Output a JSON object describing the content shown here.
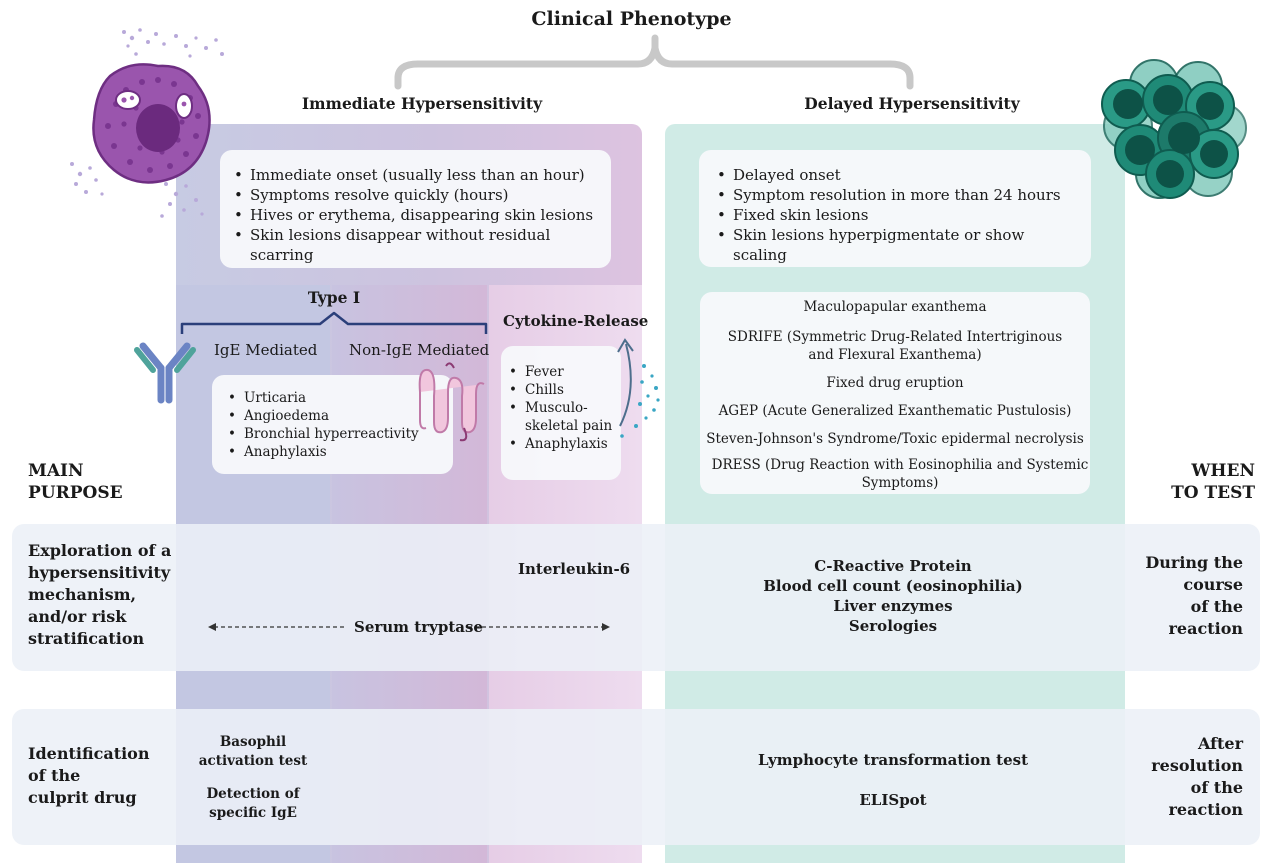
{
  "title": "Clinical Phenotype",
  "immediate": {
    "header": "Immediate Hypersensitivity",
    "features": [
      "Immediate onset (usually less than an hour)",
      "Symptoms resolve quickly (hours)",
      "Hives or erythema, disappearing skin lesions",
      "Skin lesions disappear without residual scarring"
    ],
    "type_label": "Type I",
    "ige_label": "IgE Mediated",
    "non_ige_label": "Non-IgE Mediated",
    "type1_symptoms": [
      "Urticaria",
      "Angioedema",
      "Bronchial hyperreactivity",
      "Anaphylaxis"
    ],
    "cytokine_label": "Cytokine-Release",
    "cytokine_symptoms": [
      "Fever",
      "Chills",
      "Musculo-\nskeletal pain",
      "Anaphylaxis"
    ]
  },
  "delayed": {
    "header": "Delayed Hypersensitivity",
    "features": [
      "Delayed onset",
      "Symptom resolution in more than 24 hours",
      "Fixed skin lesions",
      "Skin lesions hyperpigmentate or show scaling"
    ],
    "syndromes": [
      "Maculopapular exanthema",
      "SDRIFE (Symmetric Drug-Related Intertriginous\nand Flexural Exanthema)",
      "Fixed drug eruption",
      "AGEP (Acute Generalized Exanthematic Pustulosis)",
      "Steven-Johnson's Syndrome/Toxic epidermal necrolysis",
      "DRESS (Drug Reaction with Eosinophilia and Systemic\nSymptoms)"
    ]
  },
  "main_purpose_label": "MAIN\nPURPOSE",
  "when_to_test_label": "WHEN\nTO TEST",
  "row1": {
    "purpose": "Exploration of a\nhypersensitivity\nmechanism,\nand/or risk\nstratification",
    "interleukin": "Interleukin-6",
    "tryptase": "Serum tryptase",
    "delayed_tests": [
      "C-Reactive Protein",
      "Blood cell count (eosinophilia)",
      "Liver enzymes",
      "Serologies"
    ],
    "when": "During the\ncourse\nof the\nreaction"
  },
  "row2": {
    "purpose": "Identification\nof the\nculprit drug",
    "immediate_tests": [
      "Basophil\nactivation test",
      "Detection of\nspecific IgE"
    ],
    "delayed_tests": [
      "Lymphocyte transformation test",
      "ELISpot"
    ],
    "when": "After\nresolution\nof the\nreaction"
  },
  "colors": {
    "immediate": "#c7cbe3",
    "delayed": "#d0ebe6",
    "mast_cell": "#8e4a9e",
    "t_cells": "#1d7a6a",
    "antibody": "#6b84c4"
  }
}
